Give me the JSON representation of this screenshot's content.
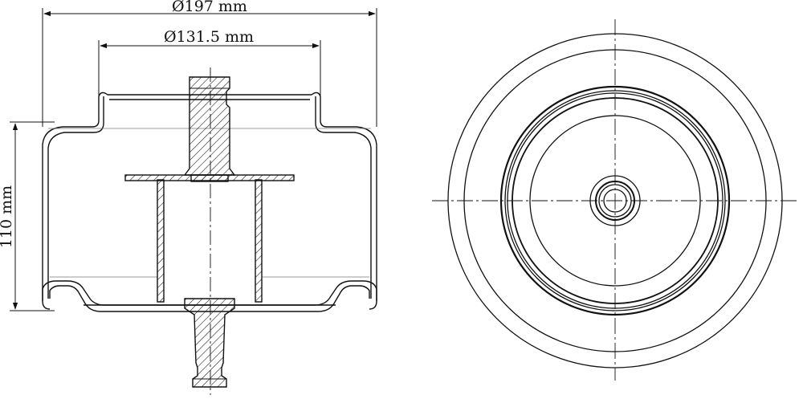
{
  "dimensions": {
    "outer_diameter": "Ø197 mm",
    "inner_diameter": "Ø131.5 mm",
    "height": "110 mm"
  },
  "colors": {
    "line": "#111111",
    "background": "#ffffff"
  }
}
